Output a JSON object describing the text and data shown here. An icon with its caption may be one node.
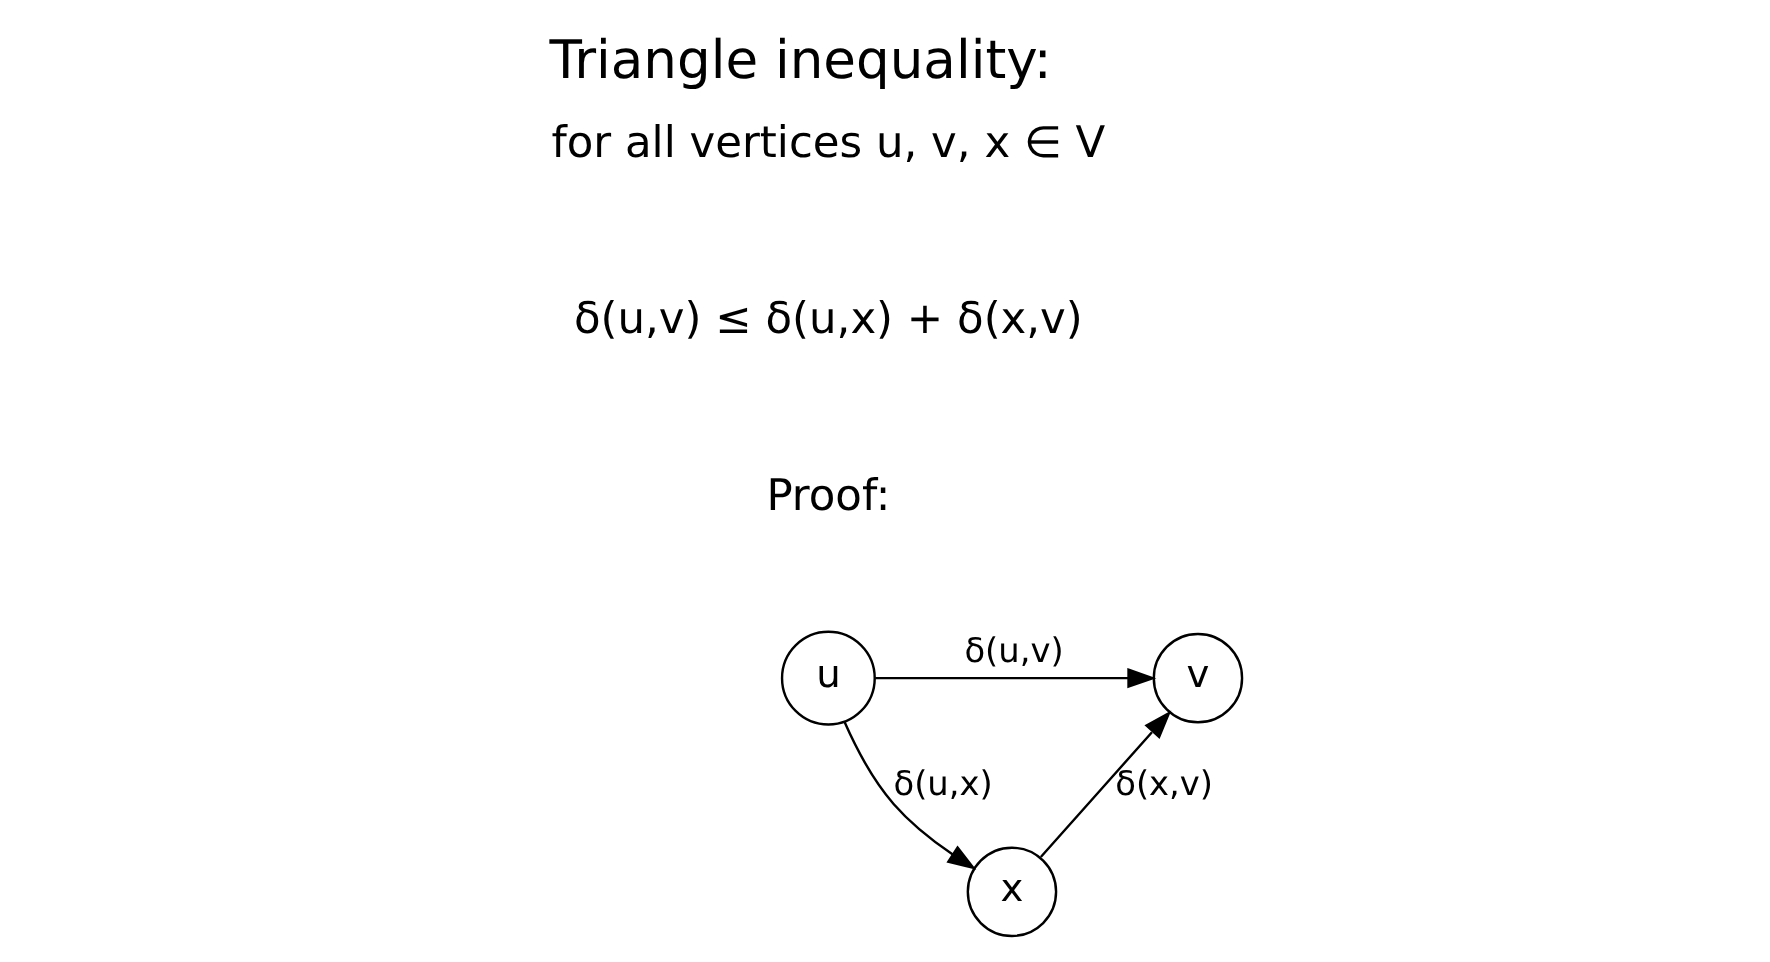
{
  "diagram": {
    "title": "Triangle inequality:",
    "nodes": [
      {
        "text": [
          "u"
        ]
      },
      {
        "text": [
          "v"
        ]
      },
      {
        "text": [
          "x"
        ]
      }
    ],
    "edges": [
      {
        "from": 0,
        "to": 1,
        "arrow": "to",
        "label": "δ(u,v)"
      },
      {
        "from": 0,
        "to": 2,
        "arrow": "to",
        "label": "δ(u,x)"
      },
      {
        "from": 2,
        "to": 1,
        "arrow": "to",
        "label": "δ(x,v)"
      }
    ],
    "labels": [
      "for all vertices u, v, x ∈ V",
      "δ(u,v) ≤ δ(u,x) + δ(x,v)",
      "Proof:"
    ]
  }
}
